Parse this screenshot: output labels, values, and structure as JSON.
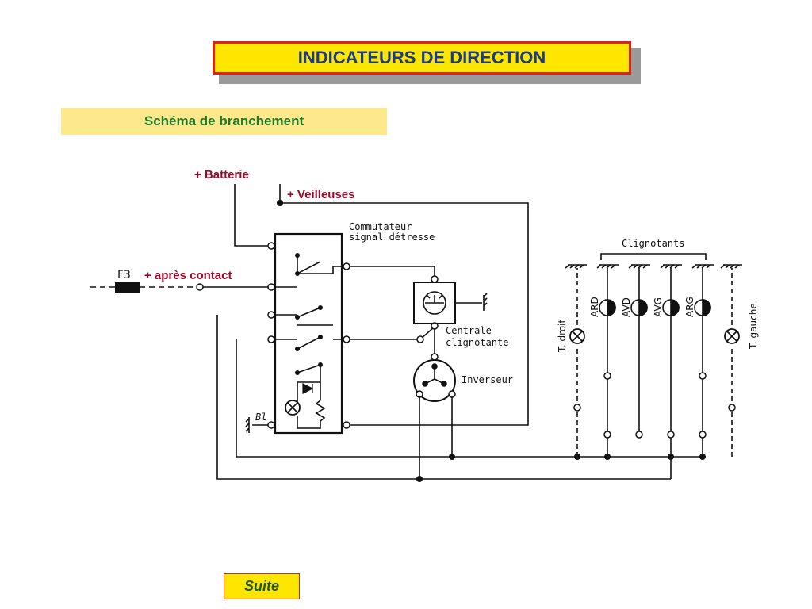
{
  "title": "INDICATEURS DE DIRECTION",
  "subtitle": "Schéma de branchement",
  "suite_button": "Suite",
  "labels": {
    "batterie": "+ Batterie",
    "veilleuses": "+ Veilleuses",
    "apres_contact": "+ après contact",
    "fuse": "F3",
    "commutateur_line1": "Commutateur",
    "commutateur_line2": "signal détresse",
    "centrale_line1": "Centrale",
    "centrale_line2": "clignotante",
    "inverseur": "Inverseur",
    "clignotants": "Clignotants",
    "ground_bl": "Bl",
    "t_droit": "T. droit",
    "t_gauche": "T. gauche",
    "ard": "ARD",
    "avd": "AVD",
    "avg": "AVG",
    "arg": "ARG"
  },
  "colors": {
    "title_bg": "#ffe600",
    "title_border": "#e0201a",
    "title_text": "#1a3a8a",
    "subtitle_bg": "#fde98c",
    "subtitle_text": "#1c7a2a",
    "label_red": "#9a0a2a"
  }
}
